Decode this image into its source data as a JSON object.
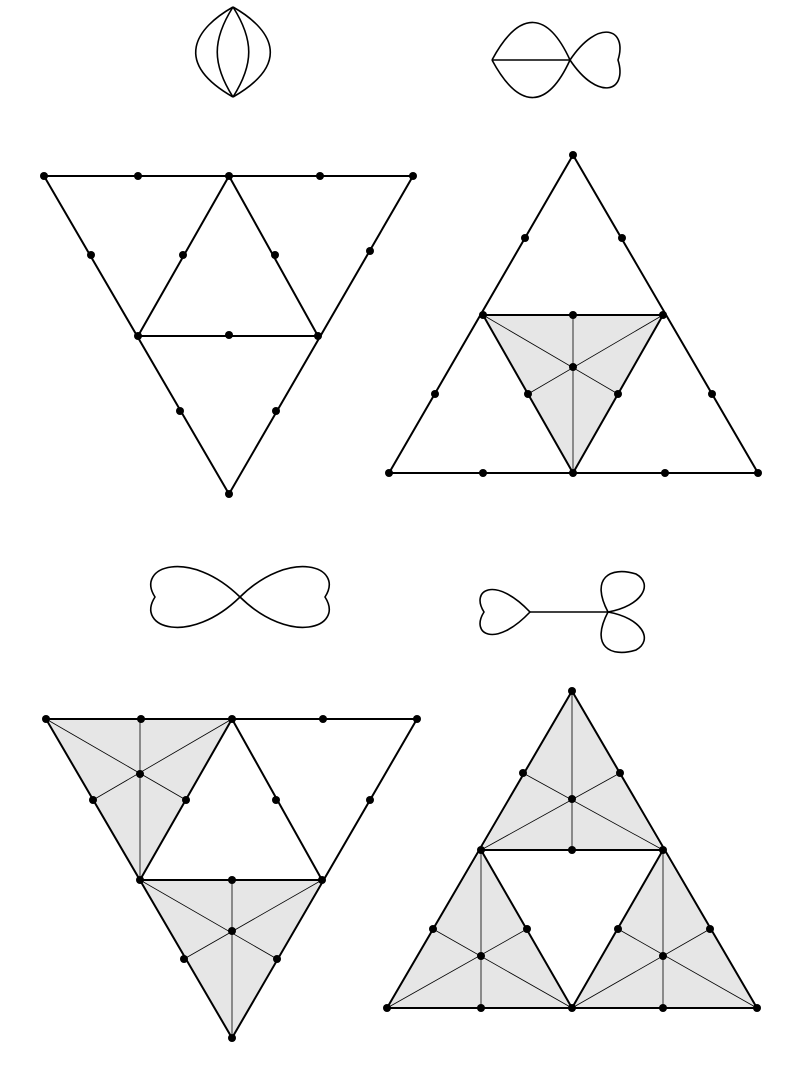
{
  "colors": {
    "background": "#ffffff",
    "line": "#000000",
    "shade": "#e6e6e6",
    "vertex": "#000000"
  },
  "panels": [
    {
      "id": "top-left",
      "graph_icon": "theta-graph-icon",
      "triangle": "inverted-subdivided-triangle",
      "shaded_sub_triangles": 0
    },
    {
      "id": "top-right",
      "graph_icon": "theta-with-loop-icon",
      "triangle": "upright-subdivided-triangle",
      "shaded_sub_triangles": 1
    },
    {
      "id": "bottom-left",
      "graph_icon": "figure-eight-icon",
      "triangle": "inverted-subdivided-triangle",
      "shaded_sub_triangles": 2
    },
    {
      "id": "bottom-right",
      "graph_icon": "dumbbell-graph-icon",
      "triangle": "upright-subdivided-triangle",
      "shaded_sub_triangles": 3
    }
  ]
}
